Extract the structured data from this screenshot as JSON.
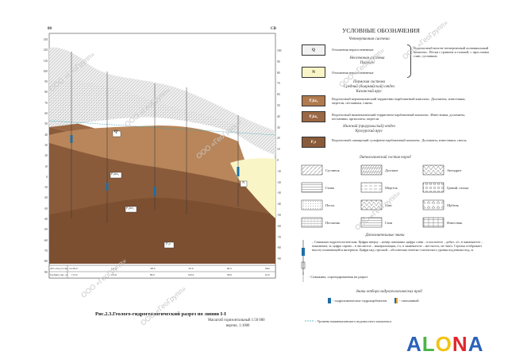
{
  "legend": {
    "title": "УСЛОВНЫЕ ОБОЗНАЧЕНИЯ",
    "quaternary_head": "Четвертичная система",
    "q_label": "Q",
    "q_text1": "Отложения нерасчлененные",
    "neogene_head": "Неогеновая система",
    "pliocene_head": "Плиоцен",
    "n_label": "N",
    "n_text": "Отложения нерасчлененные",
    "complex_text": "Водоносный неоген-четвертичный аллювиальный комплекс. Пески с гравием и галькой, с прослоями глин, суглинков.",
    "permian_head": "Пермская система",
    "permian_sub": "Средний (биармийский) отдел",
    "kazan_head": "Казанский ярус",
    "p2kz2_label": "P₂kz₂",
    "p2kz2_text": "Водоносный верхнеказанский терригенно-карбонатный комплекс. Доломиты, известняки, мергели, песчаники, глины.",
    "p2kz1_label": "P₂kz₁",
    "p2kz1_text": "Водоносный нижнеказанский терригенно-карбонатный комплекс. Известняки, доломиты, песчаники, аргиллиты, мергели.",
    "lower_head": "Нижний (приуральский) отдел",
    "kungur_head": "Кунгурский ярус",
    "p1s_label": "P₁s",
    "p1s_text": "Водоносный сакмарский сульфатно-карбонатный комплекс. Доломиты, известняки, гипсы.",
    "litho_head": "Литологический состав пород",
    "litho": [
      "Суглинок",
      "Доломит",
      "Ангидрит",
      "Глина",
      "Мергель",
      "Гравий, галька",
      "Песок",
      "Гипс",
      "Щебень",
      "Песчаник",
      "Глин",
      "Известняк"
    ],
    "extra_head": "Дополнительные знаки",
    "extra_text": "– Скважина гидрогеологическая. Цифры вверху – номер скважины, цифра слева – в числителе – дебит, л/с, в знаменателе – понижение, м; цифра справа – в числителе – минерализация, г/л, в знаменателе – жесткость, мг-экв/л. Стрелка отображает высоту изливающейся интервала. Цифра над стрелкой – абсолютная отметка статического уровня подземных вод, м.",
    "dash_text": "- Скважина, спроецированная на разрез",
    "sample_head": "Знаки отбора гидрогеологических проб",
    "sample_a": "- гидрохимические гидрокарбонатов",
    "sample_b": "- смешанный",
    "level_text": "- Уровень нижнеказанского водоносного комплекса"
  },
  "section": {
    "left_axis": "80",
    "right_axis": "СВ",
    "formation_labels": [
      "Q",
      "P₂kz₂",
      "P₂kz₁",
      "P₁s",
      "N"
    ],
    "left_ticks": [
      "130",
      "120",
      "110",
      "100",
      "90",
      "80",
      "70",
      "60",
      "50",
      "40",
      "30",
      "20",
      "10",
      "0",
      "-10",
      "-20",
      "-30",
      "-40",
      "-50",
      "-60",
      "-70",
      "-80",
      "-90"
    ],
    "right_ticks": [
      "100",
      "90",
      "80",
      "70",
      "60",
      "50",
      "40",
      "30",
      "20",
      "10",
      "0",
      "-10",
      "-20",
      "-30",
      "-40",
      "-50",
      "-60",
      "-70",
      "-80",
      "-90"
    ],
    "table_row1_label": "Абс.отм.уст.скв., м",
    "table_row2_label": "Глубина скв., м",
    "table_row1": [
      "120.0",
      "111.0",
      "98.0",
      "95.0",
      "90.0",
      "68.0"
    ],
    "table_row2": [
      "113.0",
      "125.0",
      "80.0",
      "100.0",
      "80.0",
      "61.0"
    ]
  },
  "caption": {
    "title": "Рис.2.3.Геолого-гидрогеологический разрез по линии I-I",
    "scale_h": "Масштаб горизонтальный 1:50 000",
    "scale_v": "вертик. 1:1000"
  },
  "watermark": "ООО «ГеоГрупп»",
  "logo": {
    "text": "ALONA",
    "colors": [
      "#2a62b8",
      "#4bb544",
      "#f2c311",
      "#e2262b",
      "#2a62b8"
    ]
  },
  "colors": {
    "q": "#f2f2f2",
    "n": "#f9f5c6",
    "p2kz2": "#b07a4e",
    "p2kz1": "#9a6844",
    "p1s": "#8a5b3a"
  }
}
